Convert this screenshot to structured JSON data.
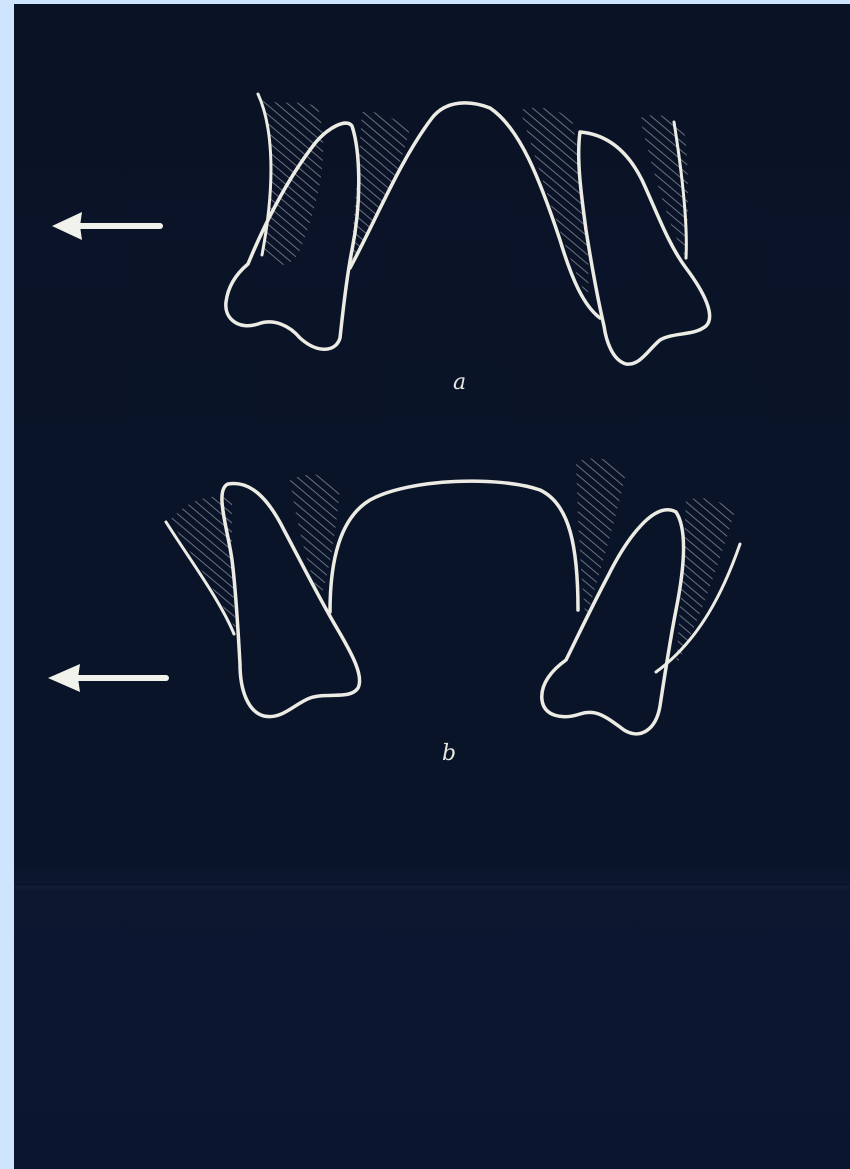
{
  "figure": {
    "panels": [
      {
        "id": "a",
        "label": "a",
        "arrow_direction": "left"
      },
      {
        "id": "b",
        "label": "b",
        "arrow_direction": "left"
      }
    ],
    "colors": {
      "background": "#0a1326",
      "frame": "#cfe4ff",
      "outline": "#ecece4",
      "hatch": "#8a8f99"
    }
  }
}
